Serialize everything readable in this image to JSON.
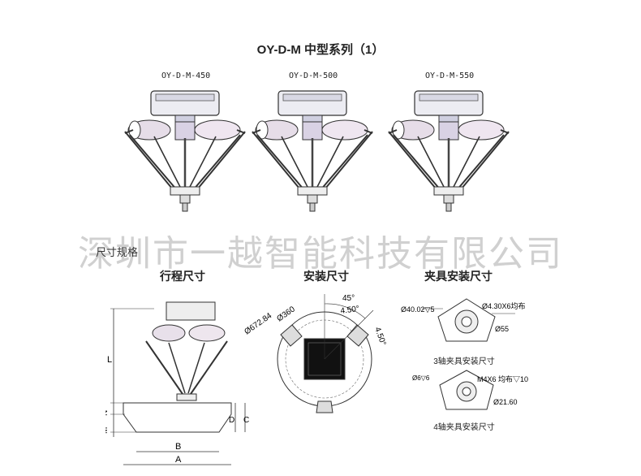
{
  "title": "OY-D-M 中型系列（1）",
  "models": [
    "OY-D-M-450",
    "OY-D-M-500",
    "OY-D-M-550"
  ],
  "watermark": "深圳市一越智能科技有限公司",
  "section_label": "尺寸规格",
  "headings": {
    "stroke": "行程尺寸",
    "mounting": "安装尺寸",
    "gripper": "夹具安装尺寸"
  },
  "stroke_dims": {
    "L": "L",
    "M": "M",
    "N": "N",
    "D": "D",
    "C": "C",
    "B": "B",
    "A": "A"
  },
  "mounting_dims": {
    "angle": "45°",
    "hole1": "4.50°",
    "hole2": "4.50°",
    "d360": "Ø360",
    "d672": "Ø672.84"
  },
  "gripper_3axis": {
    "d40": "Ø40.02▽5",
    "holes": "Ø4.30X6均布",
    "d55": "Ø55",
    "caption": "3轴夹具安装尺寸"
  },
  "gripper_4axis": {
    "small": "Ø6▽6",
    "screws": "M4X6 均布▽10",
    "d21": "Ø21.60",
    "caption": "4轴夹具安装尺寸"
  }
}
